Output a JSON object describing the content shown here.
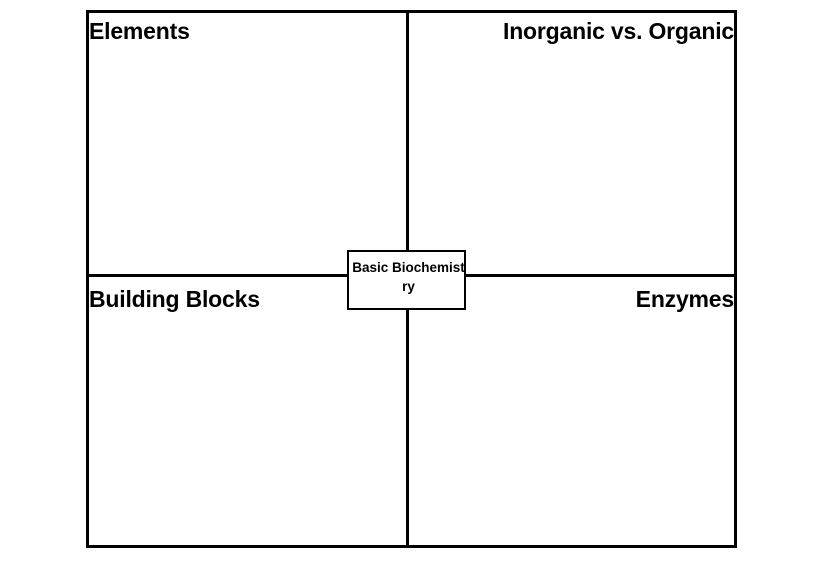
{
  "diagram": {
    "type": "concept-map-quadrants",
    "background_color": "#ffffff",
    "line_color": "#000000",
    "center_node": {
      "label": "Basic Biochemistry",
      "border_color": "#000000",
      "fill_color": "#ffffff"
    },
    "quadrants": [
      {
        "position": "top-left",
        "label": "Elements"
      },
      {
        "position": "top-right",
        "label": "Inorganic vs. Organic"
      },
      {
        "position": "bottom-left",
        "label": "Building Blocks"
      },
      {
        "position": "bottom-right",
        "label": "Enzymes"
      }
    ]
  }
}
